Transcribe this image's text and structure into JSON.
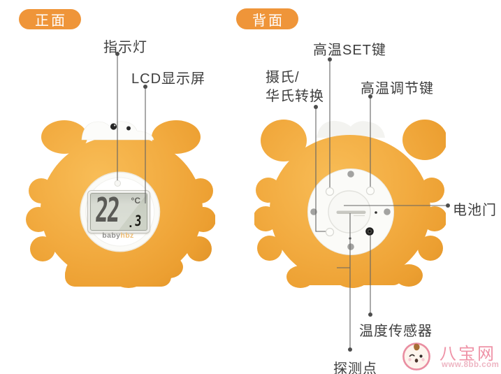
{
  "front_section": {
    "tag": "正面",
    "callouts": {
      "indicator_light": "指示灯",
      "lcd_screen": "LCD显示屏"
    },
    "device": {
      "brand_part1": "baby",
      "brand_part2": "hbz",
      "lcd": {
        "value_int": "22",
        "unit": "°C",
        "decimal_sep": ".",
        "value_dec": "3"
      }
    }
  },
  "back_section": {
    "tag": "背面",
    "callouts": {
      "set_key": "高温SET键",
      "celsius_fahrenheit_line1": "摄氏/",
      "celsius_fahrenheit_line2": "华氏转换",
      "adjust_key": "高温调节键",
      "battery_door": "电池门",
      "temp_sensor": "温度传感器",
      "probe_point": "探测点"
    }
  },
  "watermark": {
    "site_name": "八宝网",
    "site_url": "www.8bb.com"
  },
  "colors": {
    "tag_orange": "#EF9539",
    "crab_orange": "#F2AB40",
    "crab_shadow": "#DE9127",
    "label_text": "#3E3E3E",
    "callout_line": "#636363",
    "lcd_screen": "#CED3C7",
    "watermark_pink": "#EF93A7"
  }
}
